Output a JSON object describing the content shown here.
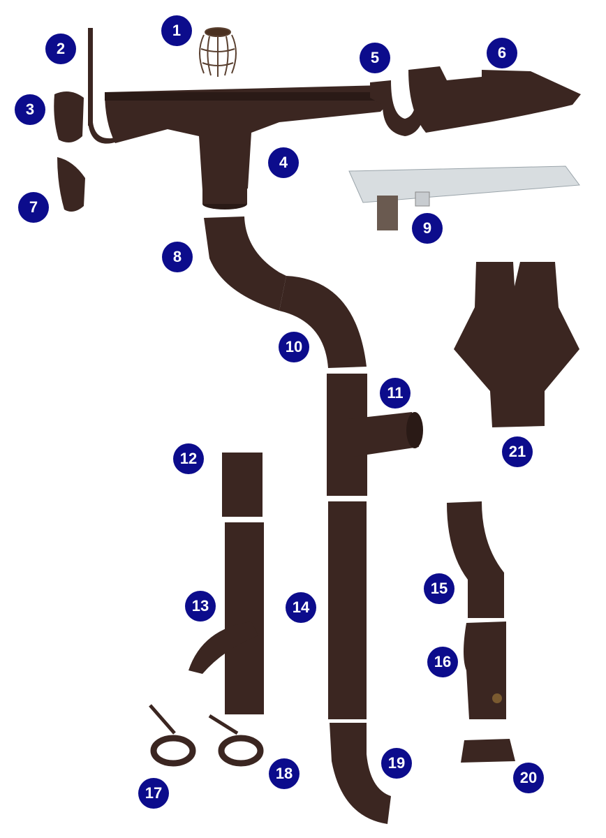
{
  "diagram": {
    "colors": {
      "badge": "#0c0c8c",
      "part": "#3b2621",
      "guard": "#d8dde0"
    },
    "parts": [
      {
        "label": "1",
        "name": "gutter-strainer"
      },
      {
        "label": "2",
        "name": "gutter-hook"
      },
      {
        "label": "3",
        "name": "end-cap-right"
      },
      {
        "label": "4",
        "name": "gutter-outlet"
      },
      {
        "label": "5",
        "name": "gutter-connector"
      },
      {
        "label": "6",
        "name": "gutter-corner"
      },
      {
        "label": "7",
        "name": "end-cap-left"
      },
      {
        "label": "8",
        "name": "elbow-upper"
      },
      {
        "label": "9",
        "name": "gutter-guard"
      },
      {
        "label": "10",
        "name": "elbow-lower"
      },
      {
        "label": "11",
        "name": "tee-branch"
      },
      {
        "label": "12",
        "name": "pipe-coupling"
      },
      {
        "label": "13",
        "name": "pipe-with-debris-filter"
      },
      {
        "label": "14",
        "name": "downpipe"
      },
      {
        "label": "15",
        "name": "offset-pipe"
      },
      {
        "label": "16",
        "name": "pipe-with-tap"
      },
      {
        "label": "17",
        "name": "pipe-bracket-a"
      },
      {
        "label": "18",
        "name": "pipe-bracket-b"
      },
      {
        "label": "19",
        "name": "outlet-shoe"
      },
      {
        "label": "20",
        "name": "drain-adapter"
      },
      {
        "label": "21",
        "name": "collector-hopper"
      }
    ]
  }
}
